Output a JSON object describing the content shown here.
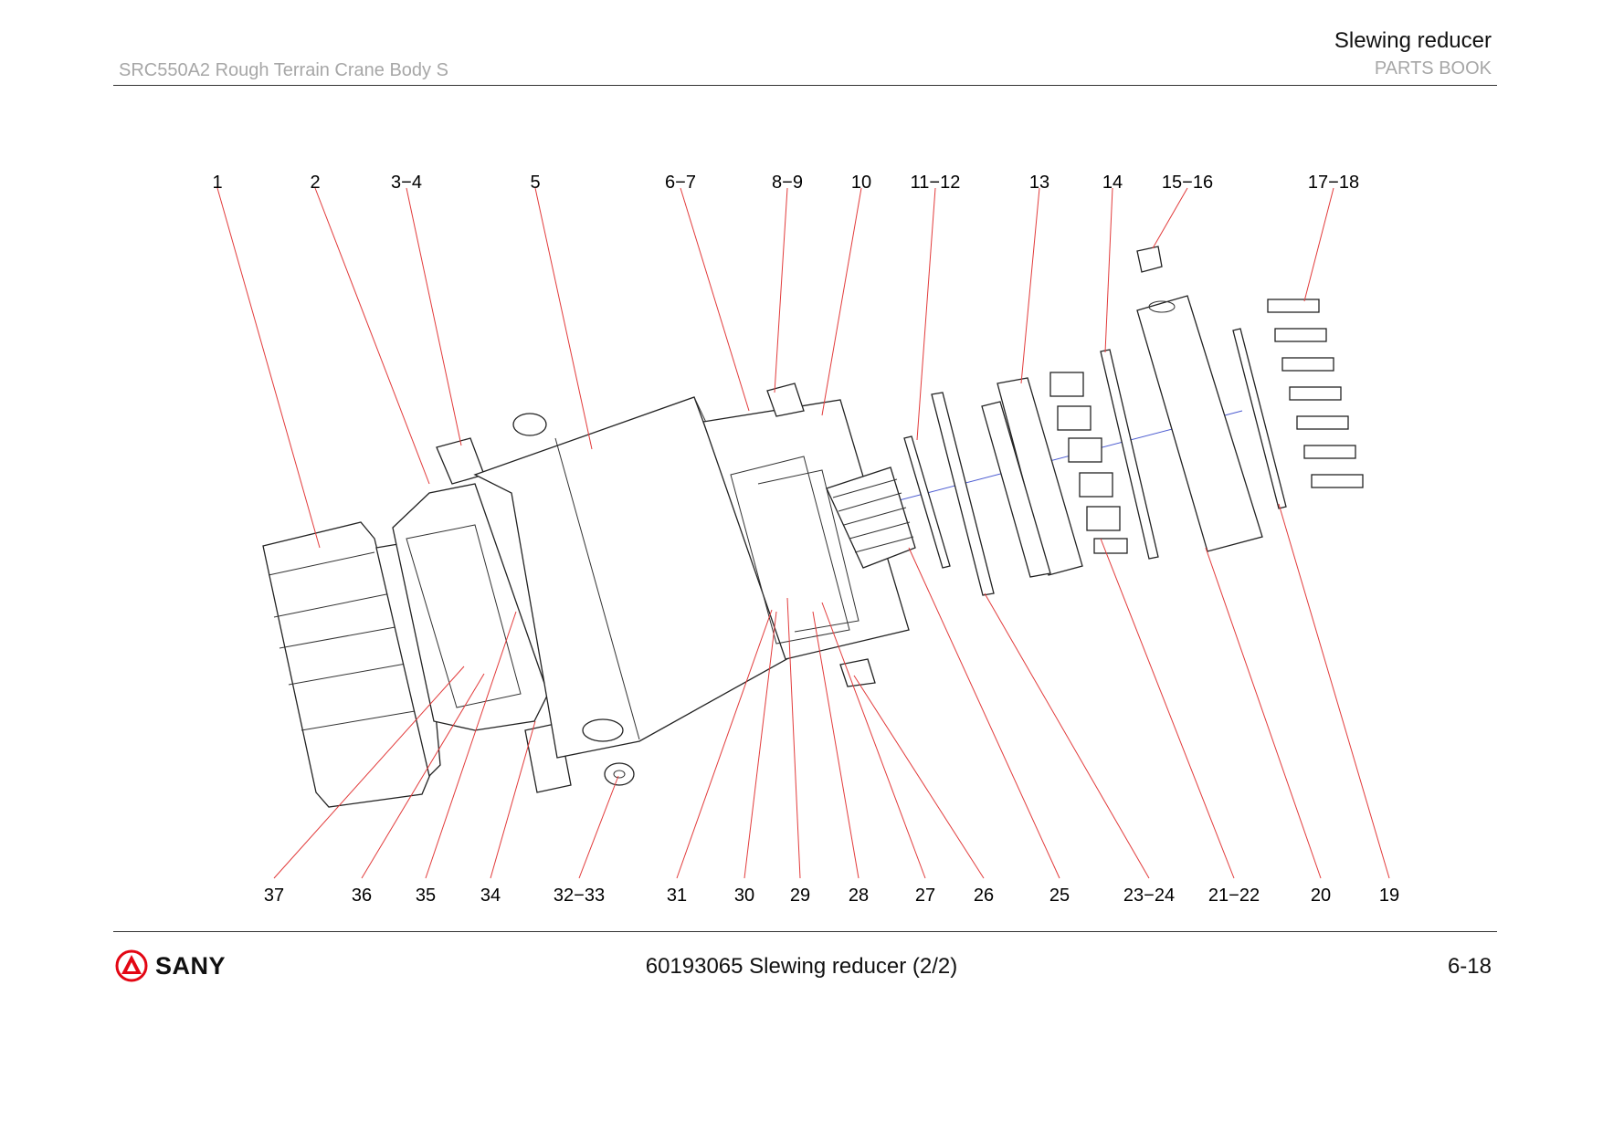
{
  "header": {
    "title": "Slewing reducer",
    "subtitle": "PARTS BOOK",
    "model": "SRC550A2 Rough Terrain Crane Body S"
  },
  "footer": {
    "brand": "SANY",
    "caption": "60193065 Slewing reducer (2/2)",
    "page": "6-18"
  },
  "colors": {
    "leader": "#e23b3b",
    "axis": "#4b5bd1",
    "brand": "#e30613"
  },
  "callouts_top": [
    "1",
    "2",
    "3−4",
    "5",
    "6−7",
    "8−9",
    "10",
    "11−12",
    "13",
    "14",
    "15−16",
    "17−18"
  ],
  "callouts_bottom": [
    "37",
    "36",
    "35",
    "34",
    "32−33",
    "31",
    "30",
    "29",
    "28",
    "27",
    "26",
    "25",
    "23−24",
    "21−22",
    "20",
    "19"
  ]
}
